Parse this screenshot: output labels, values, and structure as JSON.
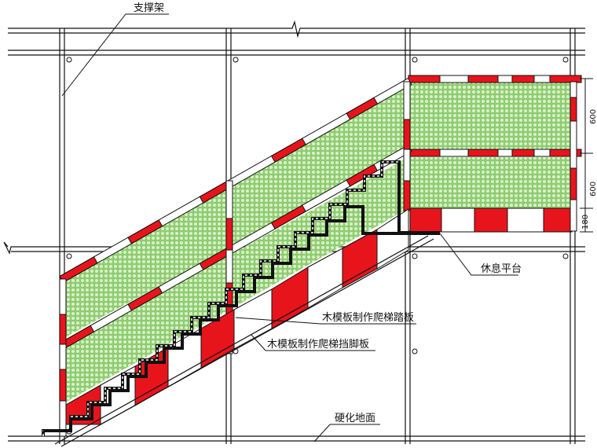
{
  "labels": {
    "support_frame": "支撑架",
    "rest_platform": "休息平台",
    "tread_board": "木模板制作爬梯踏板",
    "toe_board": "木模板制作爬梯挡脚板",
    "hardened_ground": "硬化地面"
  },
  "dimensions": {
    "upper_rail_gap": "600",
    "lower_rail_gap": "600",
    "toe_board_height": "180"
  },
  "colors": {
    "rail_red": "#e8141c",
    "net_green": "#9bd37c",
    "net_mesh": "#ffffff",
    "line": "#111111"
  }
}
